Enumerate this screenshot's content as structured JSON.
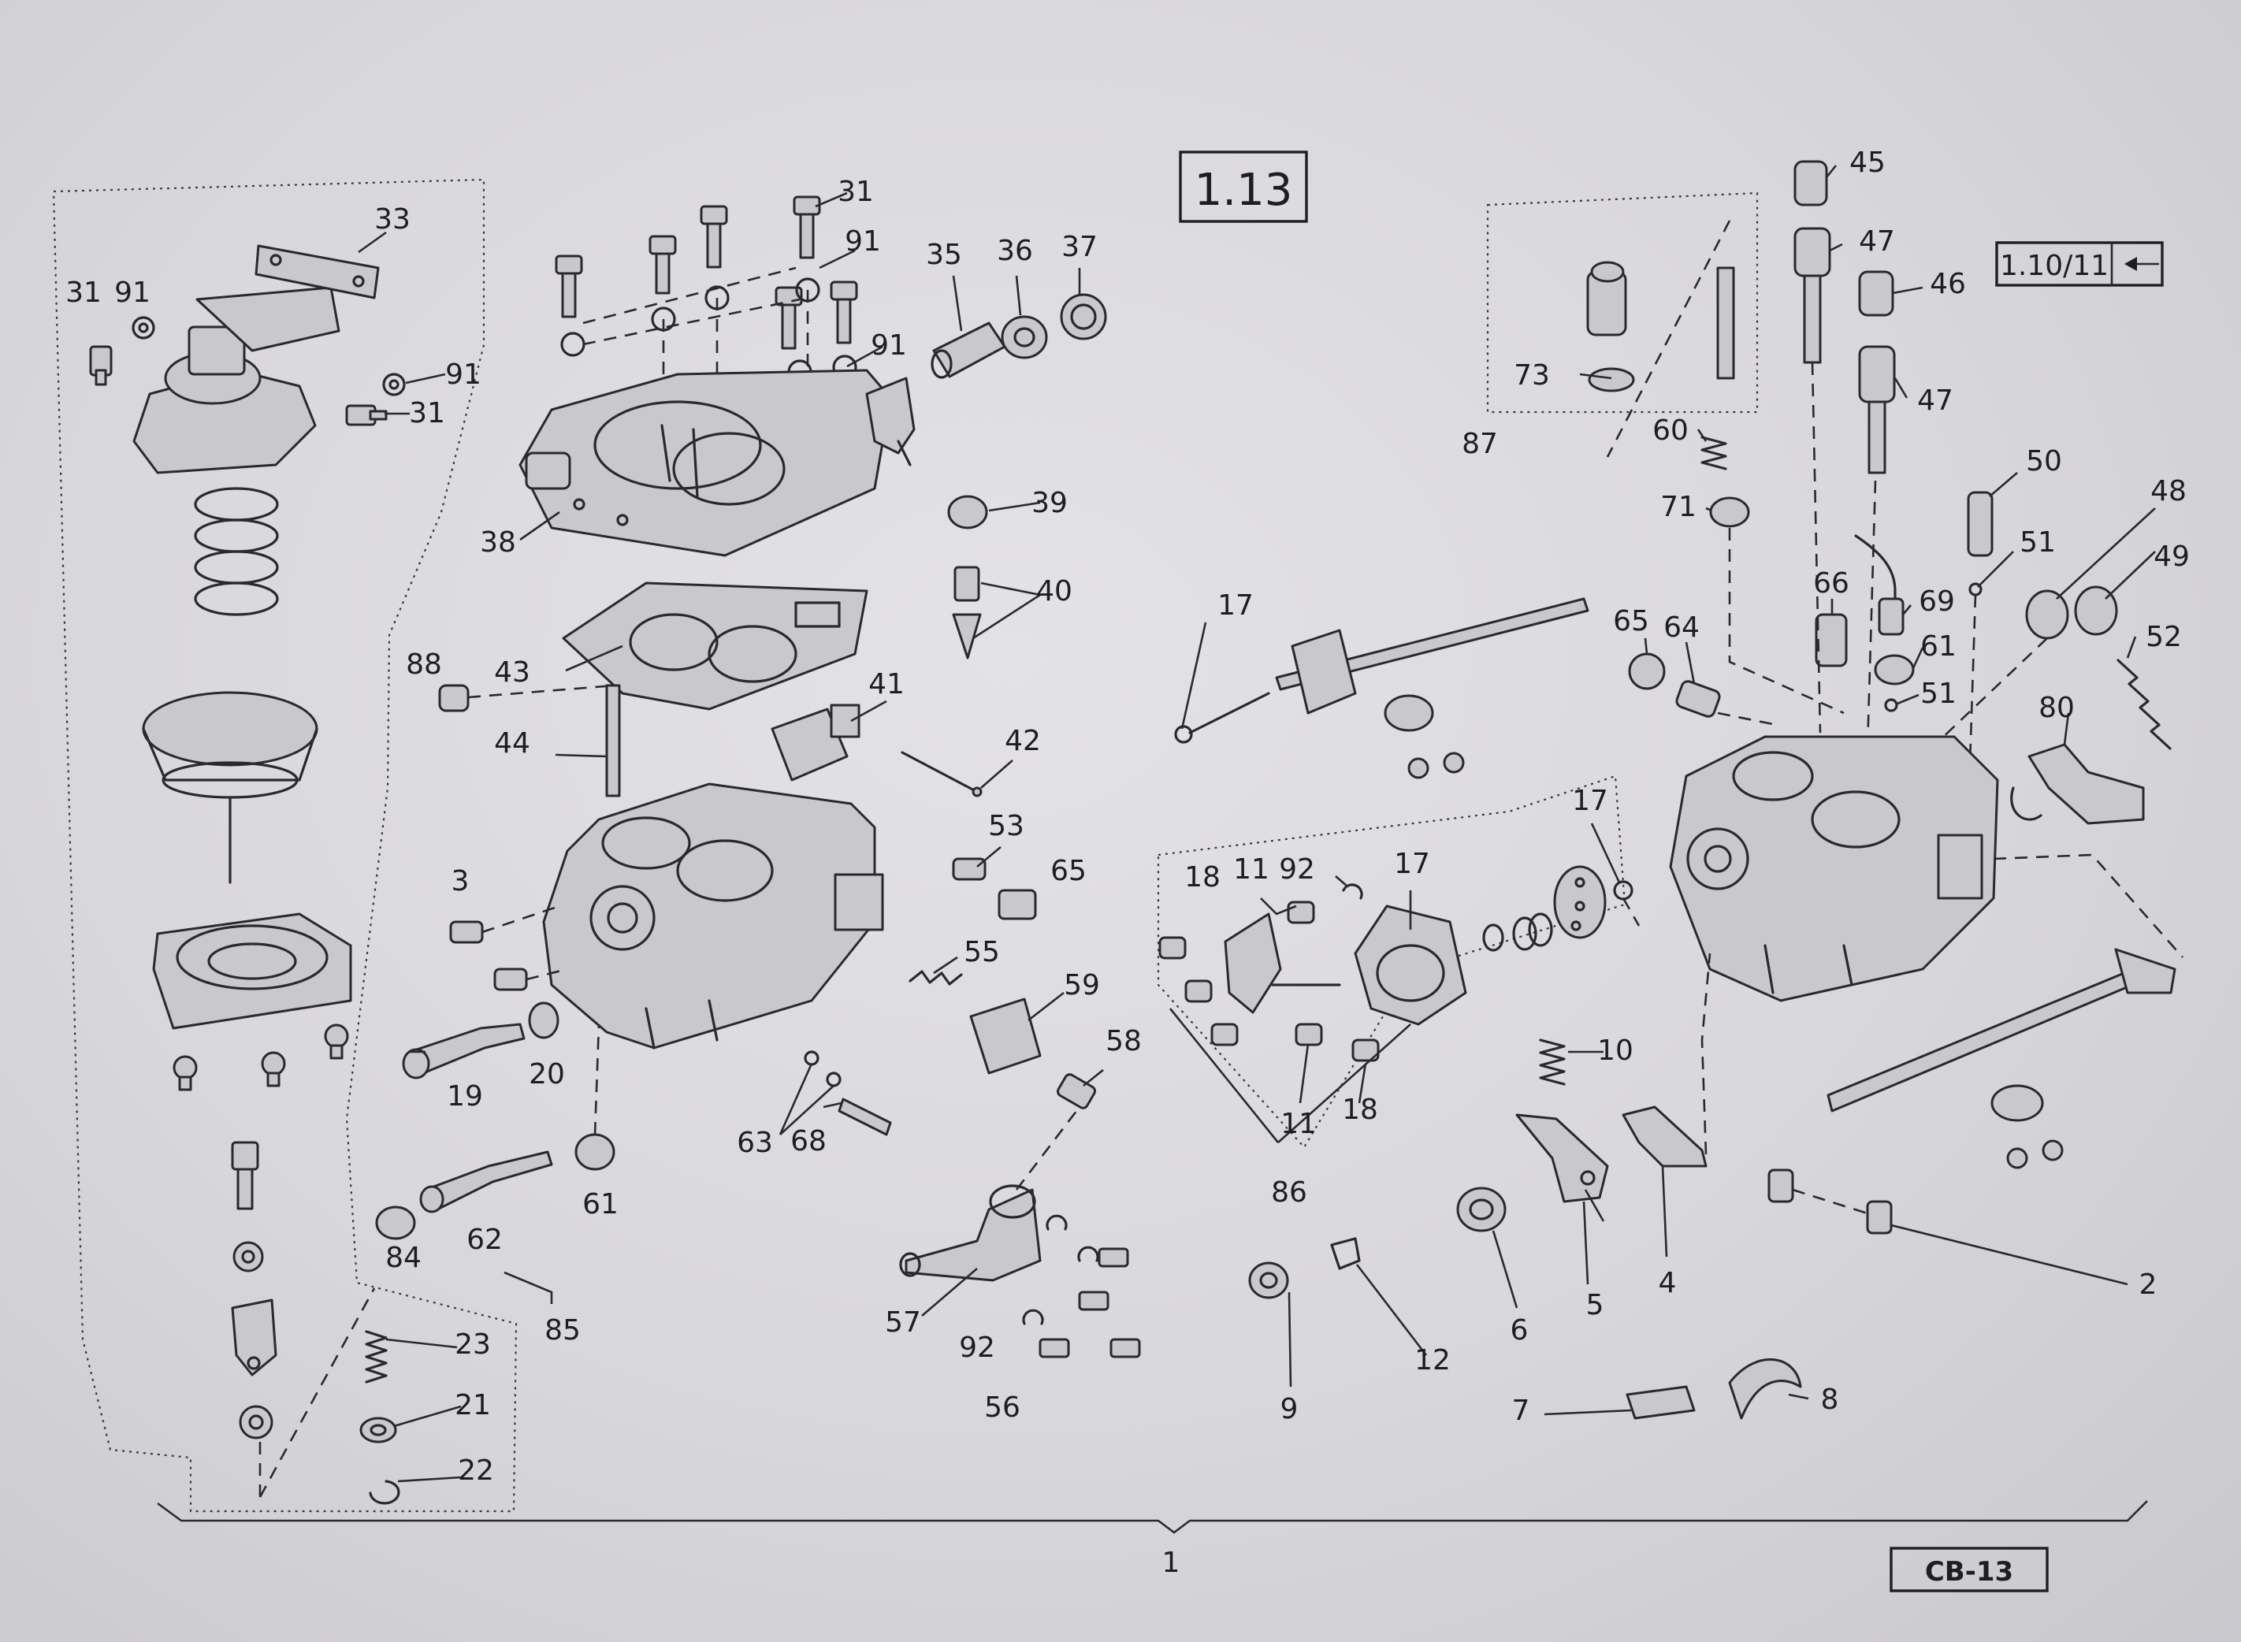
{
  "figure_ref": "1.13",
  "cross_ref": "1.10/11",
  "drawing_code": "CB-13",
  "assembly_label": "1",
  "callouts": {
    "c31a": "31",
    "c91a": "91",
    "c33": "33",
    "c91b": "91",
    "c31b": "31",
    "c31c": "31",
    "c91c": "91",
    "c91d": "91",
    "c38": "38",
    "c35": "35",
    "c36": "36",
    "c37": "37",
    "c39": "39",
    "c40": "40",
    "c41": "41",
    "c42": "42",
    "c43": "43",
    "c44": "44",
    "c88": "88",
    "c3": "3",
    "c19": "19",
    "c20": "20",
    "c53": "53",
    "c65a": "65",
    "c55": "55",
    "c59": "59",
    "c58": "58",
    "c63": "63",
    "c68": "68",
    "c61a": "61",
    "c62": "62",
    "c84": "84",
    "c85": "85",
    "c23": "23",
    "c21": "21",
    "c22": "22",
    "c57": "57",
    "c92a": "92",
    "c56": "56",
    "c17a": "17",
    "c18a": "18",
    "c11a": "11",
    "c92b": "92",
    "c17b": "17",
    "c17c": "17",
    "c11b": "11",
    "c18b": "18",
    "c86": "86",
    "c87": "87",
    "c73": "73",
    "c60": "60",
    "c71": "71",
    "c45": "45",
    "c47a": "47",
    "c46": "46",
    "c47b": "47",
    "c50": "50",
    "c51a": "51",
    "c48": "48",
    "c49": "49",
    "c52": "52",
    "c66": "66",
    "c69": "69",
    "c61b": "61",
    "c51b": "51",
    "c65b": "65",
    "c64": "64",
    "c80": "80",
    "c10": "10",
    "c5": "5",
    "c4": "4",
    "c6": "6",
    "c9": "9",
    "c12": "12",
    "c2": "2",
    "c7": "7",
    "c8": "8"
  }
}
